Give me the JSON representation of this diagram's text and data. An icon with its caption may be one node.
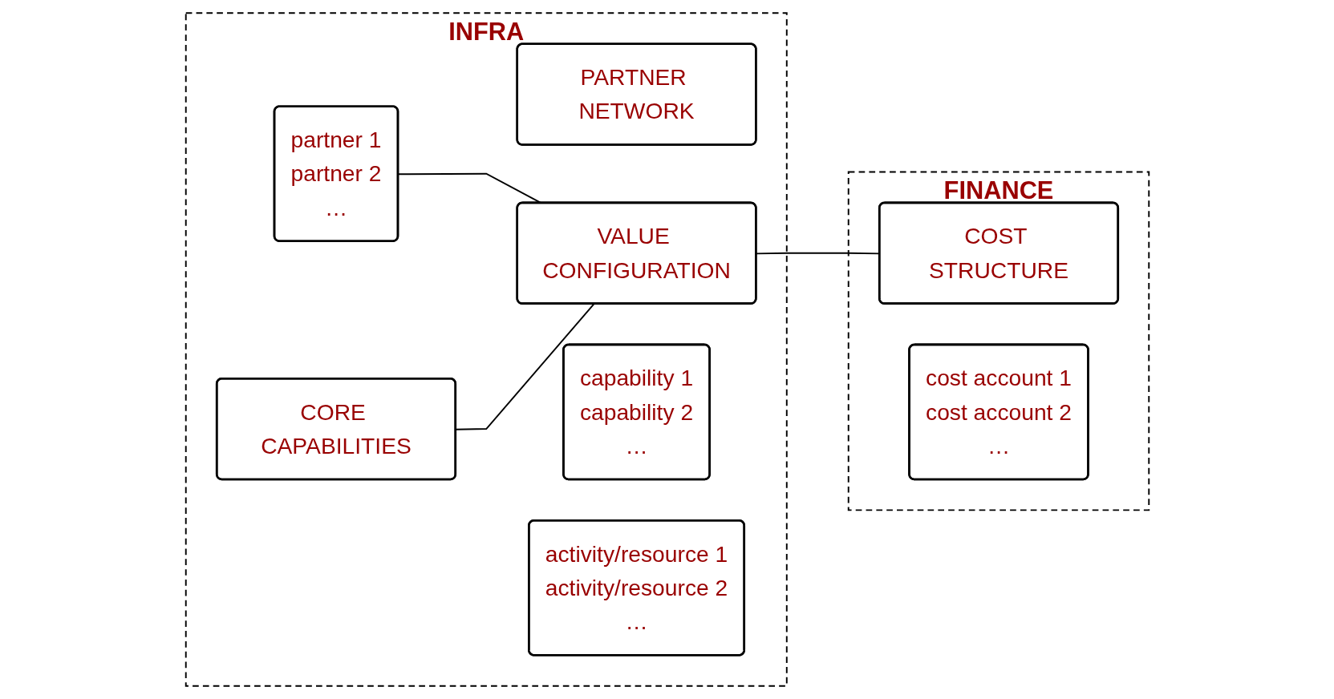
{
  "diagram": {
    "nodes": [
      {
        "text": [
          "INFRA"
        ]
      },
      {
        "text": [
          "PARTNER NETWORK"
        ],
        "in": 0
      },
      {
        "text": [
          "partner 1",
          "partner 2",
          "…"
        ],
        "in": 0
      },
      {
        "text": [
          "CORE CAPABILITIES"
        ],
        "in": 0
      },
      {
        "text": [
          "VALUE CONFIGURATION"
        ],
        "in": 0
      },
      {
        "text": [
          "capability 1",
          "capability 2",
          "…"
        ],
        "in": 0
      },
      {
        "text": [
          "activity/resource 1",
          "activity/resource 2",
          "…"
        ],
        "in": 0
      },
      {
        "text": [
          "FINANCE"
        ]
      },
      {
        "text": [
          "COST STRUCTURE"
        ],
        "in": 7
      },
      {
        "text": [
          "cost account 1",
          "cost account 2",
          "…"
        ],
        "in": 7
      }
    ],
    "edges": [
      {
        "from": 2,
        "to": 4,
        "arrow": "none"
      },
      {
        "from": 3,
        "to": 4,
        "arrow": "none"
      },
      {
        "from": 4,
        "to": 8,
        "arrow": "none"
      }
    ]
  }
}
